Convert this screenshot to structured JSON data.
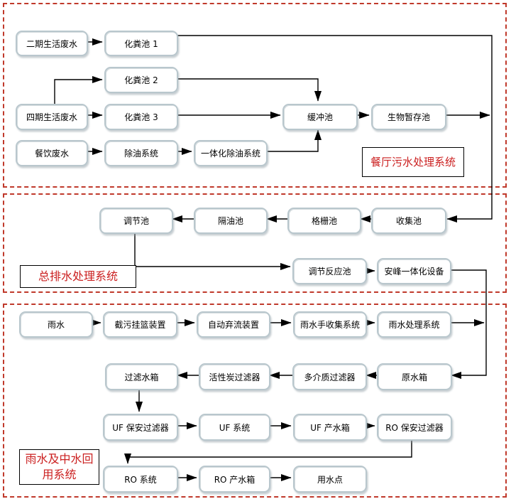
{
  "sections": {
    "restaurant_sewage": {
      "label": "餐厅污水处理系统"
    },
    "main_drainage": {
      "label": "总排水处理系统"
    },
    "rain_reuse": {
      "label": "雨水及中水回用系统"
    }
  },
  "nodes": {
    "phase2_wastewater": "二期生活废水",
    "septic_tank_1": "化粪池 1",
    "septic_tank_2": "化粪池 2",
    "phase4_wastewater": "四期生活废水",
    "septic_tank_3": "化粪池 3",
    "catering_wastewater": "餐饮废水",
    "oil_removal_system": "除油系统",
    "integrated_oil_removal": "一体化除油系统",
    "buffer_tank": "缓冲池",
    "bio_storage_tank": "生物暂存池",
    "regulating_tank": "调节池",
    "oil_separation_tank": "隔油池",
    "grid_tank": "格栅池",
    "collection_tank": "收集池",
    "regulating_reaction_tank": "调节反应池",
    "anfeng_integrated_equipment": "安峰一体化设备",
    "rainwater": "雨水",
    "interception_basket_device": "截污挂篮装置",
    "auto_discard_device": "自动弃流装置",
    "rainwater_collection_system": "雨水手收集系统",
    "rainwater_treatment_system": "雨水处理系统",
    "filter_water_tank": "过滤水箱",
    "activated_carbon_filter": "活性炭过滤器",
    "multimedia_filter": "多介质过滤器",
    "raw_water_tank": "原水箱",
    "uf_security_filter": "UF 保安过滤器",
    "uf_system": "UF 系统",
    "uf_product_tank": "UF 产水箱",
    "ro_security_filter": "RO 保安过滤器",
    "ro_system": "RO 系统",
    "ro_product_tank": "RO 产水箱",
    "water_use_point": "用水点"
  },
  "colors": {
    "connector": "#000000",
    "node_border": "#b9c7cd",
    "section_border": "#c0392b",
    "label_red": "#cb2020"
  }
}
